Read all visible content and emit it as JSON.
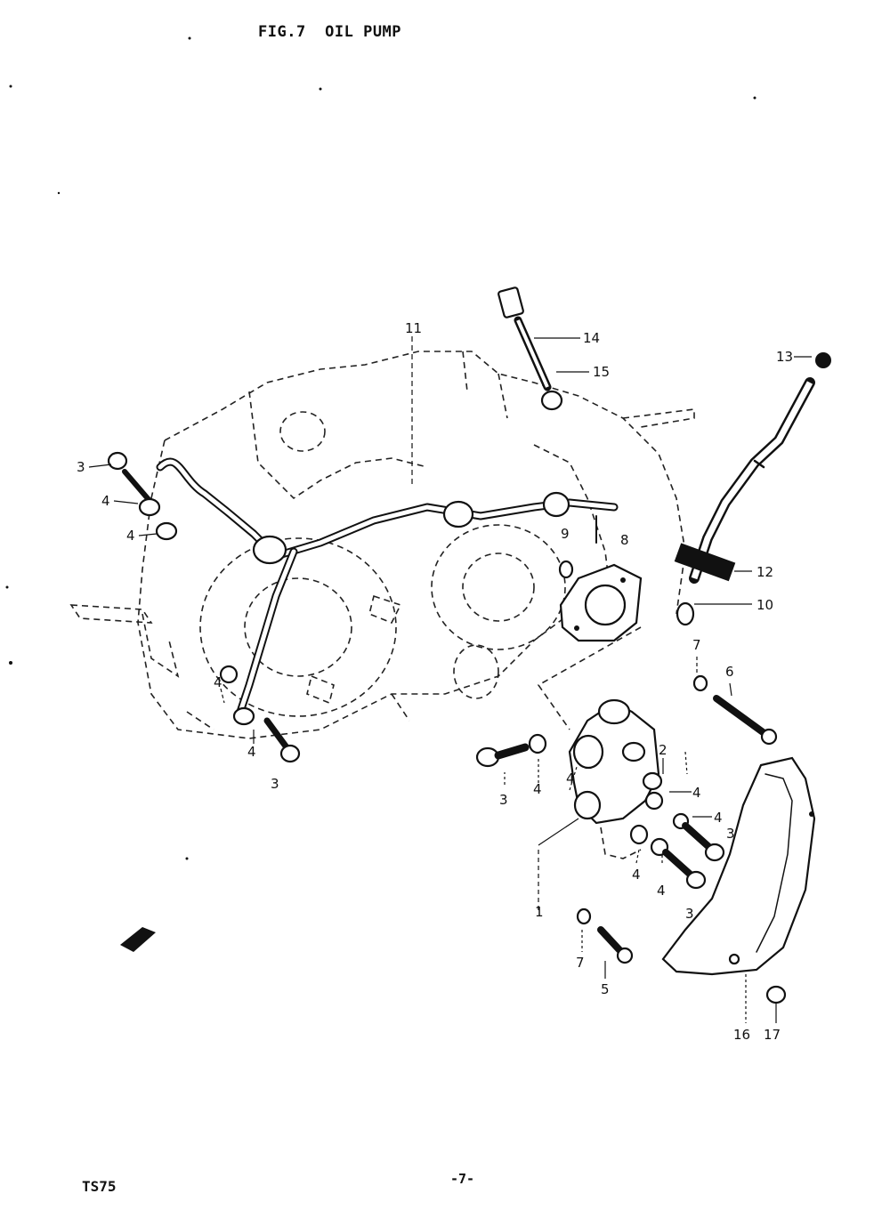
{
  "header": {
    "title": "FIG.7  OIL PUMP"
  },
  "footer": {
    "model": "TS75",
    "page": "-7-"
  },
  "callouts": [
    {
      "id": "c3a",
      "text": "3"
    },
    {
      "id": "c4a",
      "text": "4"
    },
    {
      "id": "c4b",
      "text": "4"
    },
    {
      "id": "c11",
      "text": "11"
    },
    {
      "id": "c14",
      "text": "14"
    },
    {
      "id": "c15",
      "text": "15"
    },
    {
      "id": "c13",
      "text": "13"
    },
    {
      "id": "c12",
      "text": "12"
    },
    {
      "id": "c10",
      "text": "10"
    },
    {
      "id": "c9",
      "text": "9"
    },
    {
      "id": "c8",
      "text": "8"
    },
    {
      "id": "c7a",
      "text": "7"
    },
    {
      "id": "c6",
      "text": "6"
    },
    {
      "id": "c4c",
      "text": "4"
    },
    {
      "id": "c4d",
      "text": "4"
    },
    {
      "id": "c3b",
      "text": "3"
    },
    {
      "id": "c3c",
      "text": "3"
    },
    {
      "id": "c4e",
      "text": "4"
    },
    {
      "id": "c4f",
      "text": "4"
    },
    {
      "id": "c2",
      "text": "2"
    },
    {
      "id": "c4g",
      "text": "4"
    },
    {
      "id": "c4h",
      "text": "4"
    },
    {
      "id": "c3d",
      "text": "3"
    },
    {
      "id": "c4i",
      "text": "4"
    },
    {
      "id": "c4j",
      "text": "4"
    },
    {
      "id": "c3e",
      "text": "3"
    },
    {
      "id": "c1",
      "text": "1"
    },
    {
      "id": "c7b",
      "text": "7"
    },
    {
      "id": "c5",
      "text": "5"
    },
    {
      "id": "c16",
      "text": "16"
    },
    {
      "id": "c17",
      "text": "17"
    }
  ]
}
